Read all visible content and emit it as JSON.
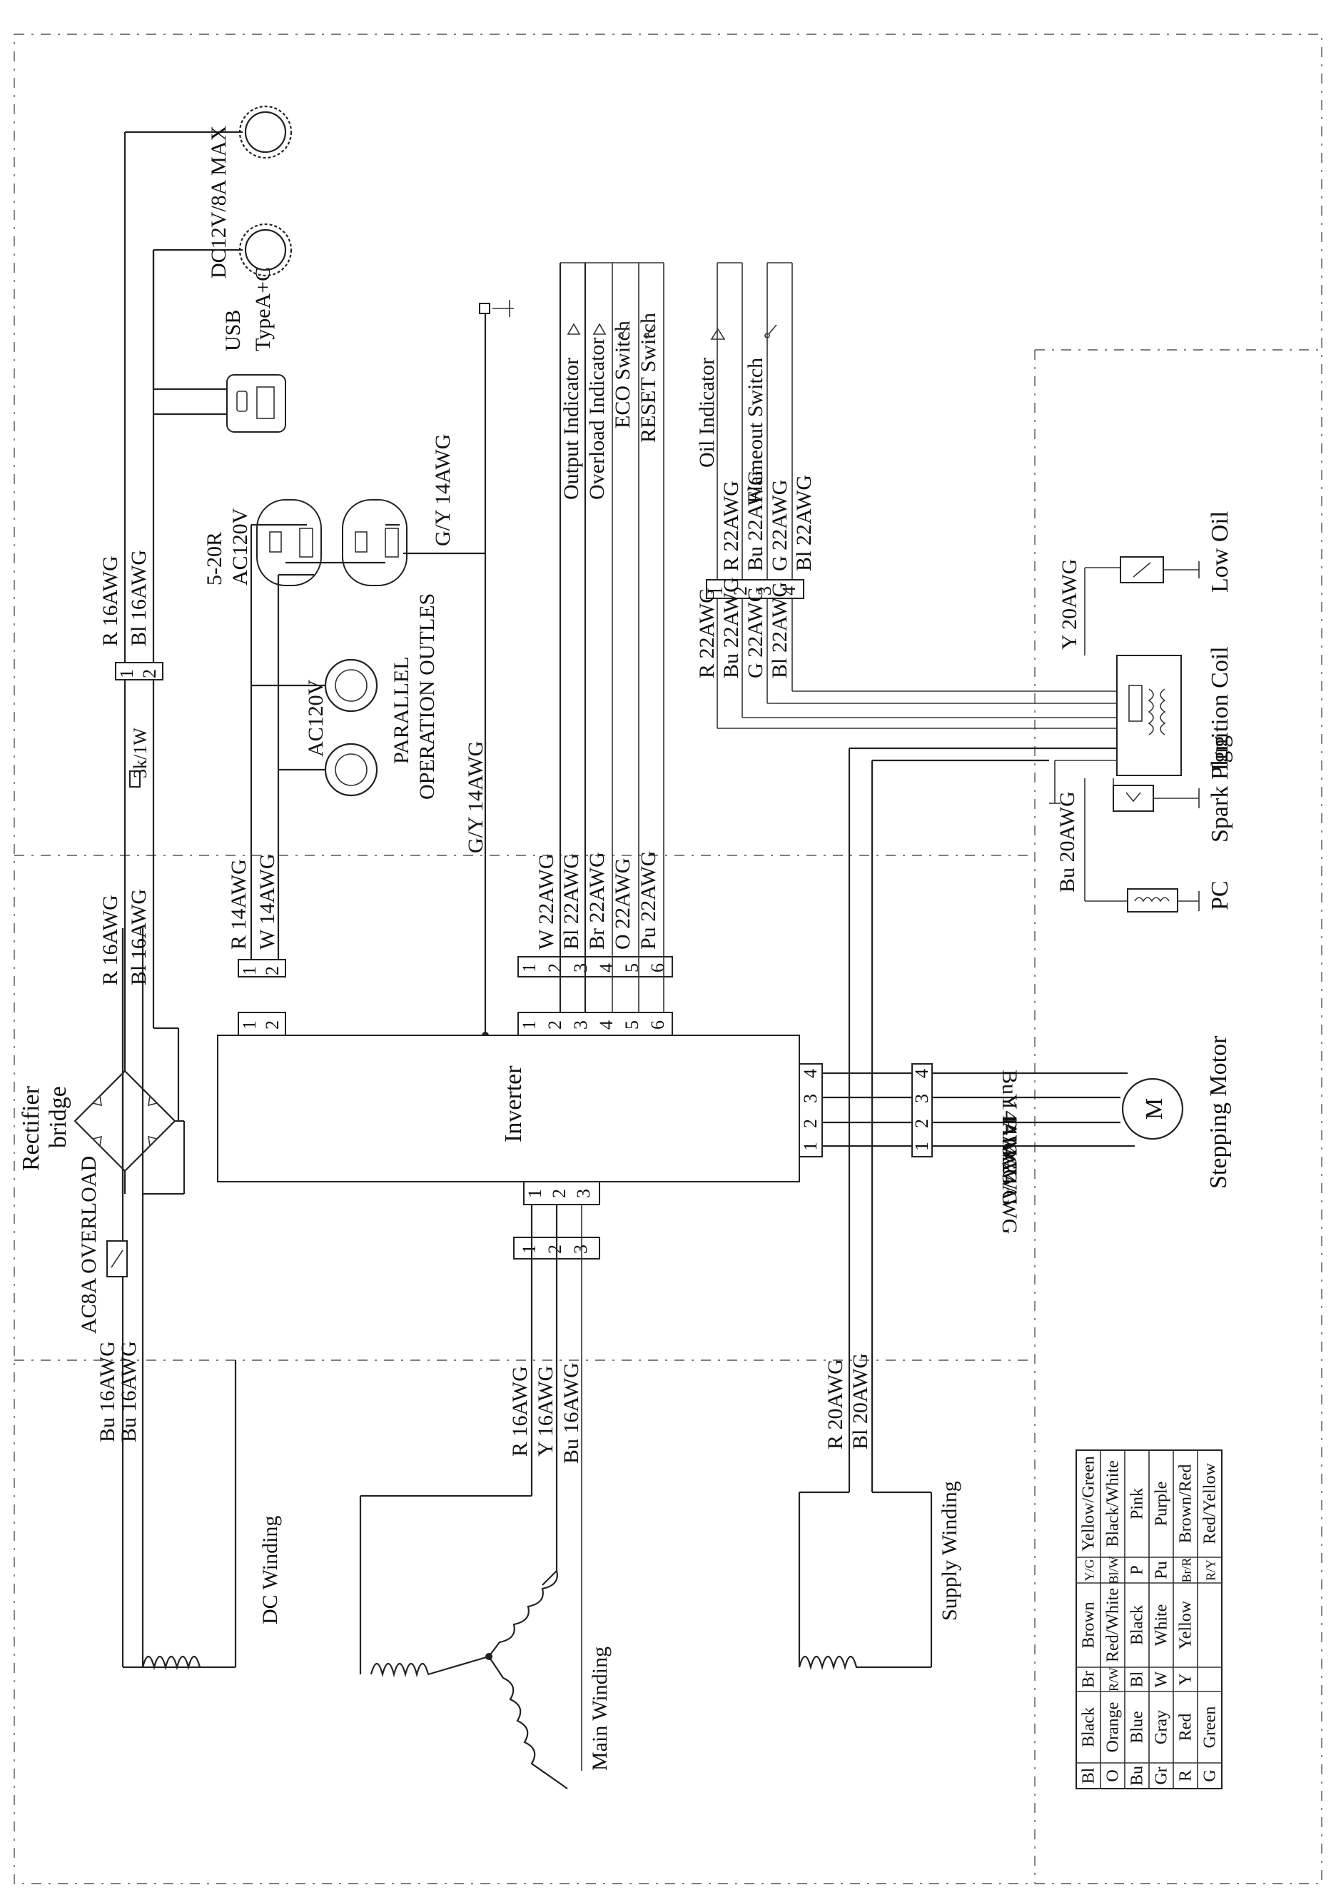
{
  "inverter": {
    "label": "Inverter"
  },
  "dc_outlet": {
    "label": "DC12V/8A MAX"
  },
  "usb": {
    "line1": "USB",
    "line2": "TypeA+C"
  },
  "outlet_5_20r": {
    "line1": "5-20R",
    "line2": "AC120V"
  },
  "parallel": {
    "label": "AC120V",
    "line1": "PARALLEL",
    "line2": "OPERATION OUTLES"
  },
  "rectifier": {
    "line1": "Rectifier",
    "line2": "bridge"
  },
  "overload": {
    "label": "AC8A OVERLOAD"
  },
  "resistor": {
    "label": "3k/1W"
  },
  "dc_winding": {
    "label": "DC Winding"
  },
  "main_winding": {
    "label": "Main Winding"
  },
  "supply_winding": {
    "label": "Supply Winding"
  },
  "stepping_motor": {
    "label": "Stepping Motor",
    "symbol": "M"
  },
  "ignition": {
    "ignition_coil": "Ignition Coil",
    "low_oil": "Low Oil",
    "spark_plug": "Spark Plug",
    "pc": "PC",
    "y_wire": "Y 20AWG",
    "bu_wire": "Bu 20AWG"
  },
  "wires": {
    "r16_top": "R 16AWG",
    "bl16_top": "Bl 16AWG",
    "r16_mid": "R 16AWG",
    "bl16_mid": "Bl 16AWG",
    "bu16_a": "Bu 16AWG",
    "bu16_b": "Bu 16AWG",
    "r14": "R 14AWG",
    "w14": "W 14AWG",
    "gy14_top": "G/Y 14AWG",
    "gy14_mid": "G/Y 14AWG",
    "r16_main": "R 16AWG",
    "y16_main": "Y 16AWG",
    "bu16_main": "Bu 16AWG",
    "r20_supply": "R 20AWG",
    "bl20_supply": "Bl 20AWG"
  },
  "indicators": {
    "output": "Output Indicator",
    "overload": "Overload Indicator",
    "eco": "ECO Switch",
    "reset": "RESET Switch",
    "oil": "Oil Indicator",
    "flameout": "Flameout Switch"
  },
  "conn6_wires": [
    "W 22AWG",
    "Bl 22AWG",
    "Br 22AWG",
    "O 22AWG",
    "Pu 22AWG"
  ],
  "conn4_left": [
    "R 22AWG",
    "Bu 22AWG",
    "G 22AWG",
    "Bl 22AWG"
  ],
  "conn4_right": [
    "R 22AWG",
    "Bu 22AWG",
    "G 22AWG",
    "Bl 22AWG"
  ],
  "motor_wires": [
    "Bu 14AWG",
    "Y 14AWG",
    "P 14AWG",
    "O 24AWG"
  ],
  "pins": [
    "1",
    "2",
    "3",
    "4",
    "5",
    "6"
  ],
  "legend": {
    "rows": [
      [
        "Bl",
        "Black",
        "Br",
        "Brown",
        "Y/G",
        "Yellow/Green"
      ],
      [
        "O",
        "Orange",
        "R/W",
        "Red/White",
        "Bl/W",
        "Black/White"
      ],
      [
        "Bu",
        "Blue",
        "Bl",
        "Black",
        "P",
        "Pink"
      ],
      [
        "Gr",
        "Gray",
        "W",
        "White",
        "Pu",
        "Purple"
      ],
      [
        "R",
        "Red",
        "Y",
        "Yellow",
        "Br/R",
        "Brown/Red"
      ],
      [
        "G",
        "Green",
        "",
        "",
        "R/Y",
        "Red/Yellow"
      ]
    ]
  }
}
